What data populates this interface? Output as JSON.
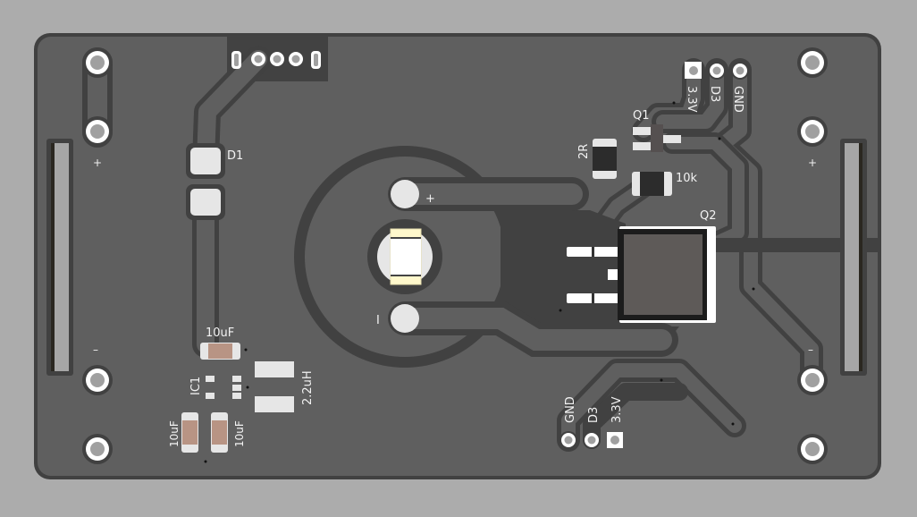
{
  "board": {
    "colors": {
      "background": "#acacac",
      "substrate": "#5f5f5f",
      "edge": "#414141",
      "copper_gap": "#404040",
      "pad": "#e6e6e6",
      "silkscreen": "#f2f2f2",
      "capacitor_body": "#b89484",
      "resistor_body": "#2c2c2c",
      "led_lens": "#fff8cc",
      "mosfet_body": "#5e5a58"
    }
  },
  "labels": {
    "d1": "D1",
    "q1": "Q1",
    "q2": "Q2",
    "r_2r": "2R",
    "r_10k": "10k",
    "c_top": "10uF",
    "ic1": "IC1",
    "l1": "2.2uH",
    "c_left": "10uF",
    "c_right": "10uF",
    "led_plus": "+",
    "led_minus": "I",
    "batt_left_plus": "+",
    "batt_left_minus": "–",
    "batt_right_plus": "+",
    "batt_right_minus": "–"
  },
  "header_top_right": {
    "pins": [
      "3.3V",
      "D3",
      "GND"
    ]
  },
  "header_bottom": {
    "pins": [
      "GND",
      "D3",
      "3.3V"
    ]
  }
}
